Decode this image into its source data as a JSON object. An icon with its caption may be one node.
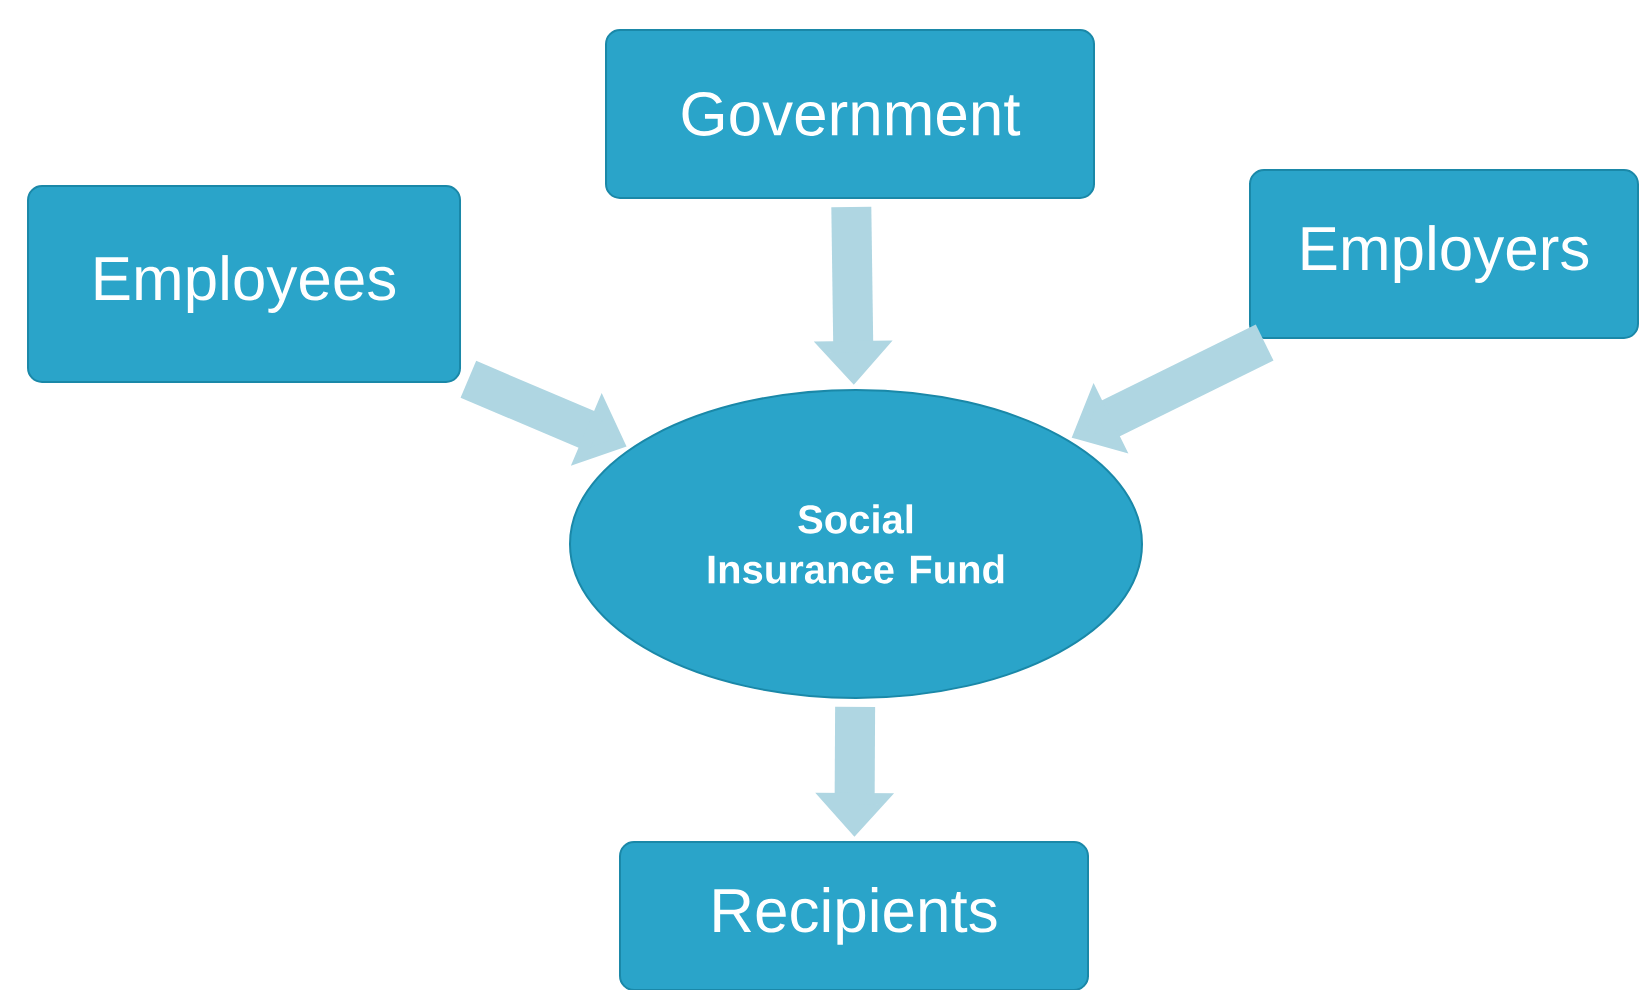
{
  "diagram": {
    "nodes": [
      {
        "text": [
          "Government"
        ]
      },
      {
        "text": [
          "Employees"
        ]
      },
      {
        "text": [
          "Employers"
        ]
      },
      {
        "text": [
          "Social Insurance Fund"
        ]
      },
      {
        "text": [
          "Recipients"
        ]
      }
    ],
    "edges": [
      {
        "from": 0,
        "to": 3,
        "arrow": "to"
      },
      {
        "from": 1,
        "to": 3,
        "arrow": "to"
      },
      {
        "from": 2,
        "to": 3,
        "arrow": "to"
      },
      {
        "from": 3,
        "to": 4,
        "arrow": "to"
      }
    ]
  }
}
